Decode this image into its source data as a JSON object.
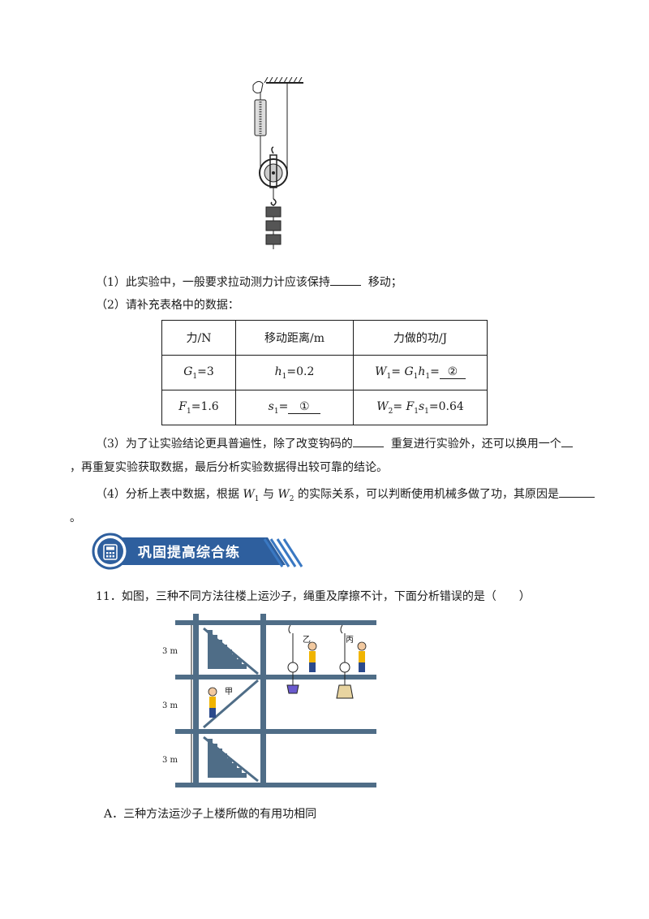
{
  "questions": {
    "q10_part1": "（1）此实验中，一般要求拉动测力计应该保持",
    "q10_part1_end": "移动；",
    "q10_part2": "（2）请补充表格中的数据：",
    "q10_part3_a": "（3）为了让实验结论更具普遍性，除了改变钩码的",
    "q10_part3_b": "重复进行实验外，还可以换用一个",
    "q10_part3_c": "，再重复实验获取数据，最后分析实验数据得出较可靠的结论。",
    "q10_part4_a": "（4）分析上表中数据，根据",
    "q10_part4_w1": "W",
    "q10_part4_sub1": "1",
    "q10_part4_and": "与",
    "q10_part4_w2": "W",
    "q10_part4_sub2": "2",
    "q10_part4_b": "的实际关系，可以判断使用机械多做了功，其原因是",
    "q10_part4_end": "。"
  },
  "table": {
    "headers": [
      "力/N",
      "移动距离/m",
      "力做的功/J"
    ],
    "rows": [
      {
        "c1_var": "G",
        "c1_sub": "1",
        "c1_val": "=3",
        "c2_var": "h",
        "c2_sub": "1",
        "c2_val": "=0.2",
        "c3_pre": "W",
        "c3_pre_sub": "1",
        "c3_mid": "= ",
        "c3_g": "G",
        "c3_gsub": "1",
        "c3_h": "h",
        "c3_hsub": "1",
        "c3_eq": "=",
        "c3_blank": "②"
      },
      {
        "c1_var": "F",
        "c1_sub": "1",
        "c1_val": "=1.6",
        "c2_var": "s",
        "c2_sub": "1",
        "c2_val": "=",
        "c2_blank": "①",
        "c3_pre": "W",
        "c3_pre_sub": "2",
        "c3_mid": "= ",
        "c3_g": "F",
        "c3_gsub": "1",
        "c3_h": "s",
        "c3_hsub": "1",
        "c3_eq": "=0.64"
      }
    ]
  },
  "banner": {
    "title": "巩固提高综合练",
    "icon": "calculator-icon"
  },
  "q11": {
    "stem": "11．如图，三种不同方法往楼上运沙子，绳重及摩擦不计，下面分析错误的是（　　）",
    "option_a": "A．三种方法运沙子上楼所做的有用功相同",
    "figure_labels": {
      "h1": "3 m",
      "h2": "3 m",
      "h3": "3 m",
      "jia": "甲",
      "yi": "乙",
      "bing": "丙"
    }
  },
  "colors": {
    "banner_blue": "#2e5f9e",
    "frame": "#4f6d87",
    "stripe": "#3a78c2"
  }
}
